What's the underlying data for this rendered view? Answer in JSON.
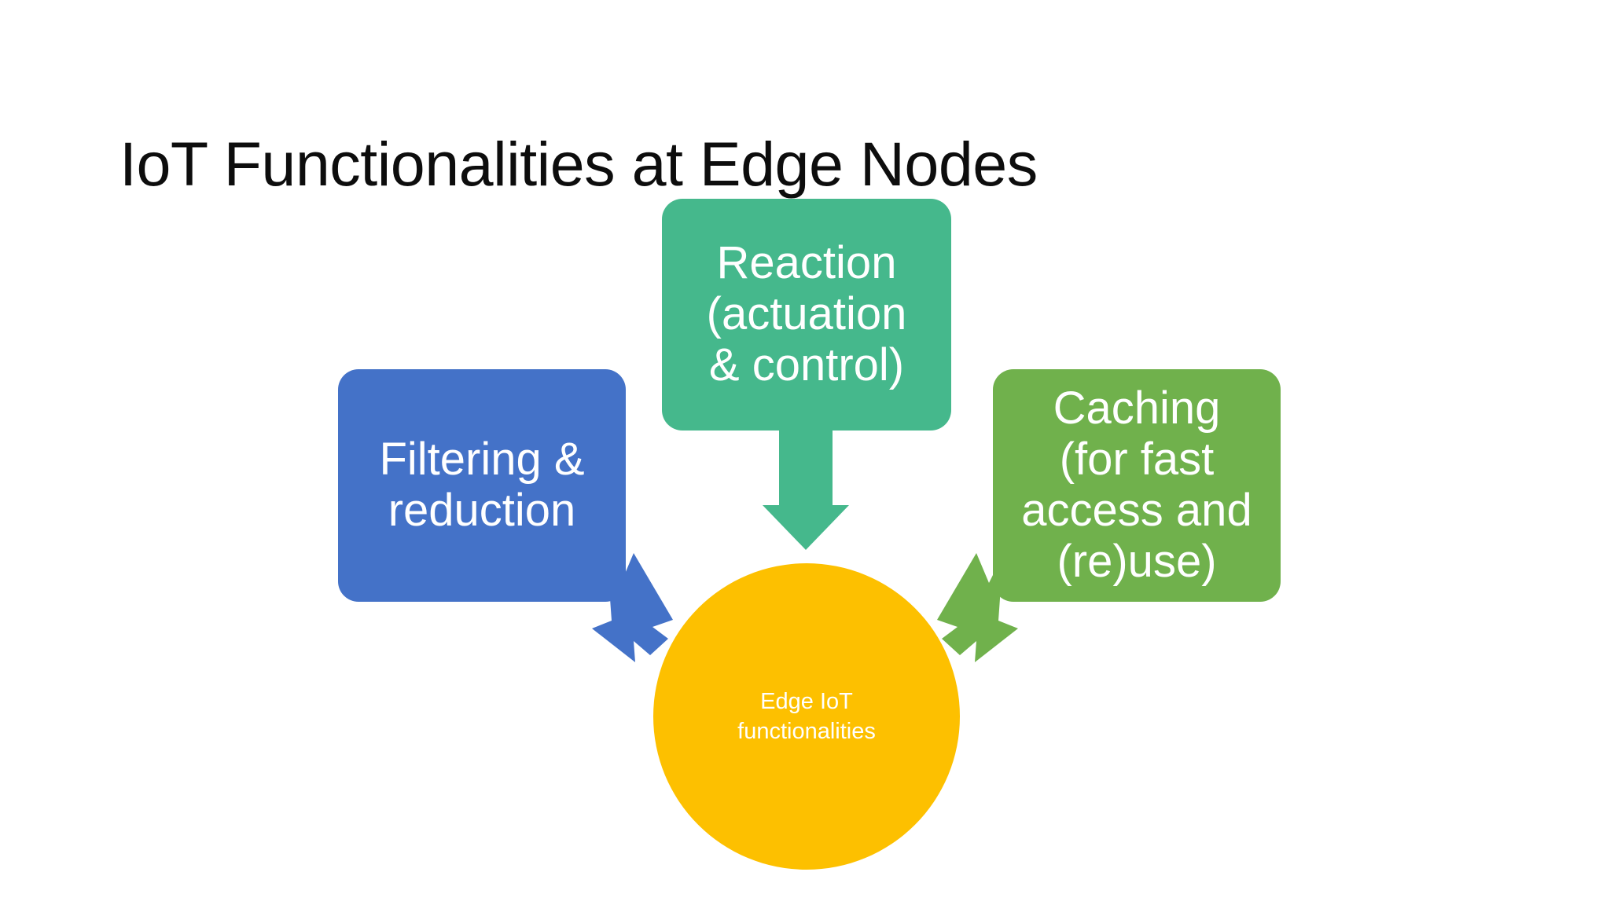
{
  "slide": {
    "title": "IoT Functionalities at Edge Nodes",
    "background_color": "#ffffff",
    "title_color": "#0d0d0d"
  },
  "diagram": {
    "type": "converging-arrows",
    "center": {
      "name": "Edge IoT functionalities",
      "label": "Edge IoT\nfunctionalities",
      "shape": "circle",
      "color": "#fdc000",
      "text_color": "#ffffff"
    },
    "nodes": [
      {
        "id": "filtering",
        "label": "Filtering &\nreduction",
        "shape": "rounded-rectangle",
        "color": "#4472c8",
        "text_color": "#ffffff",
        "arrow_color": "#4472c8",
        "arrow_direction": "down-right"
      },
      {
        "id": "reaction",
        "label": "Reaction\n(actuation\n& control)",
        "shape": "rounded-rectangle",
        "color": "#45b88c",
        "text_color": "#ffffff",
        "arrow_color": "#45b88c",
        "arrow_direction": "down"
      },
      {
        "id": "caching",
        "label": "Caching\n(for fast\naccess and\n(re)use)",
        "shape": "rounded-rectangle",
        "color": "#70b14c",
        "text_color": "#ffffff",
        "arrow_color": "#70b14c",
        "arrow_direction": "down-left"
      }
    ]
  }
}
